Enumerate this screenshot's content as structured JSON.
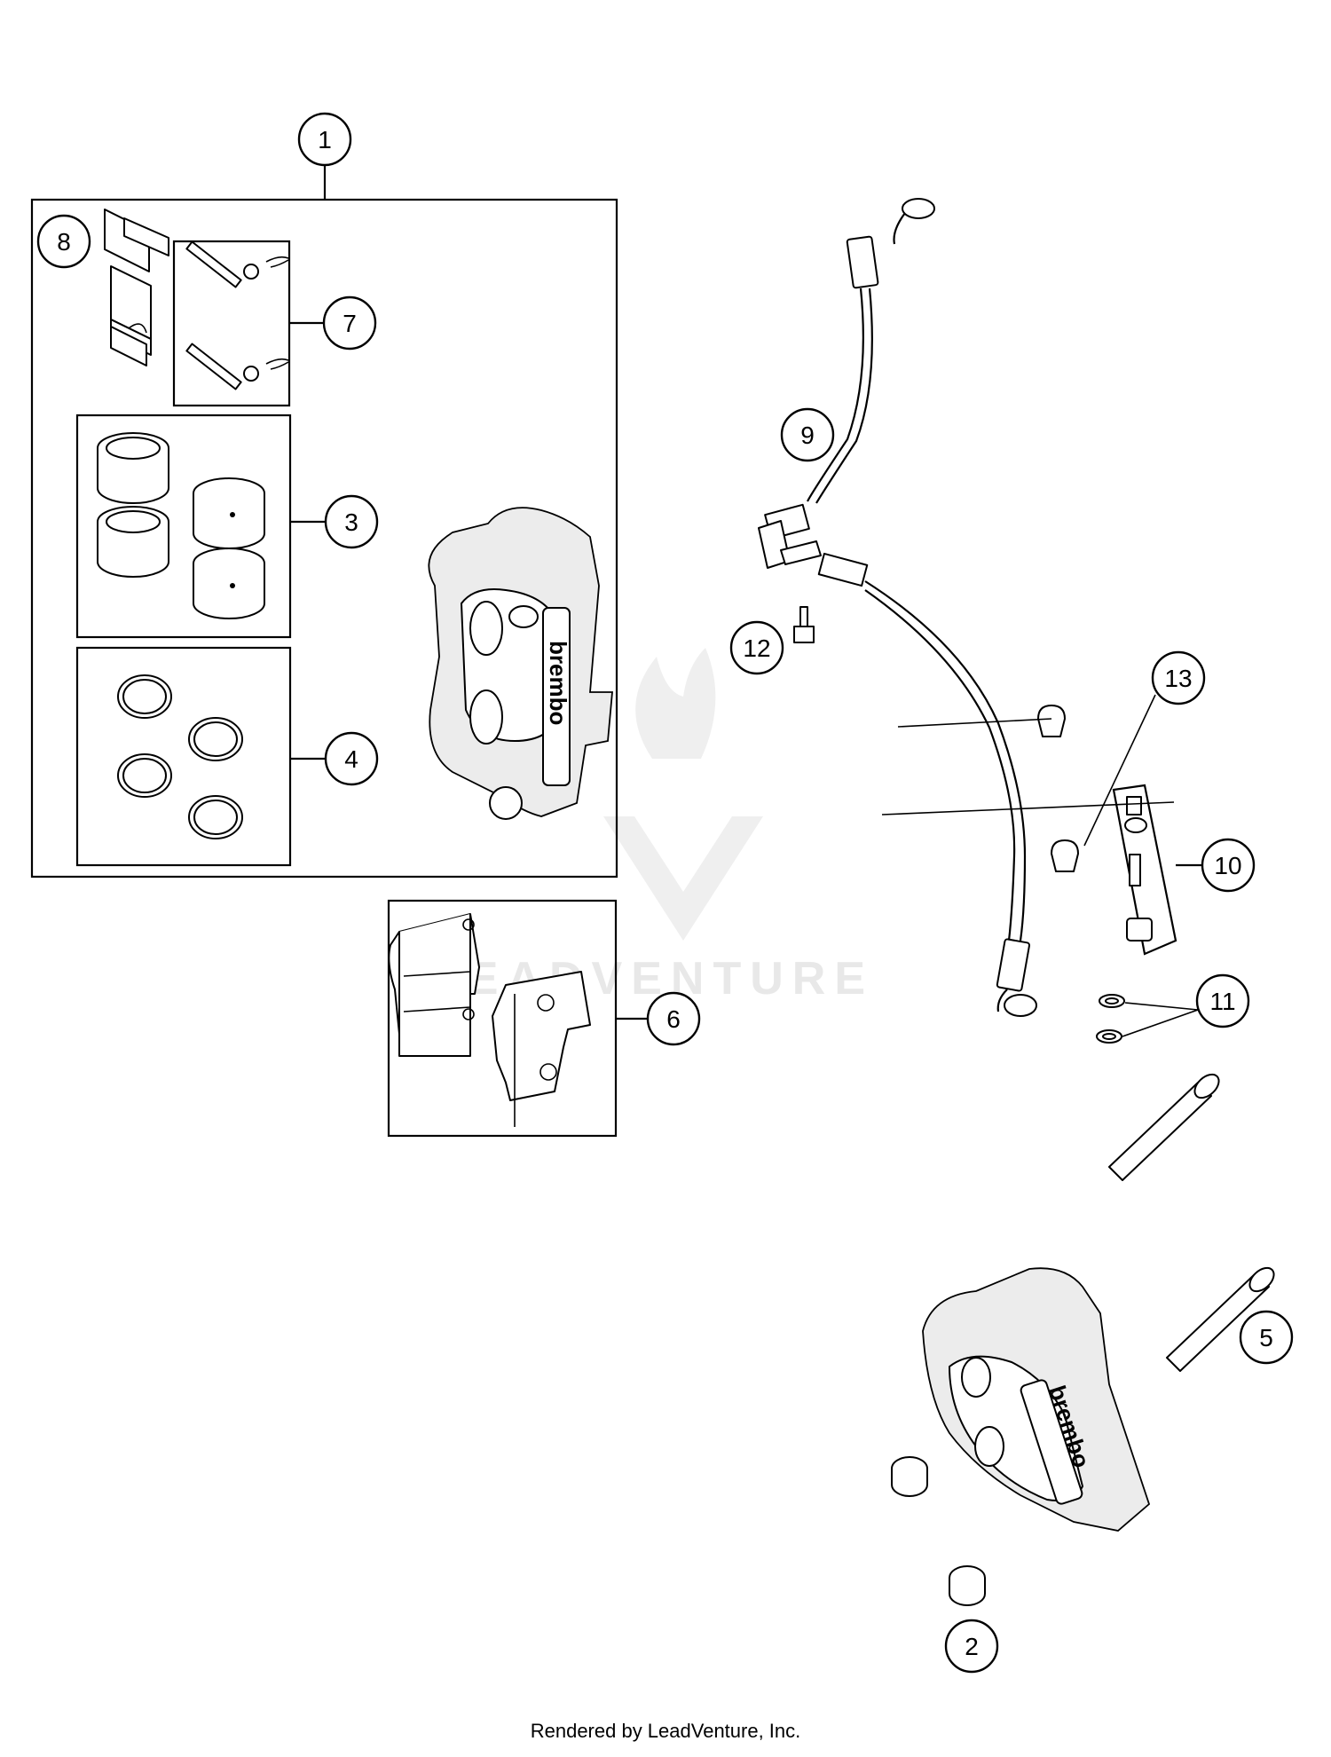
{
  "callouts": {
    "c1": "1",
    "c2": "2",
    "c3": "3",
    "c4": "4",
    "c5": "5",
    "c6": "6",
    "c7": "7",
    "c8": "8",
    "c9": "9",
    "c10": "10",
    "c11": "11",
    "c12": "12",
    "c13": "13"
  },
  "caliper_brand": "brembo",
  "watermark": "LEADVENTURE",
  "footer_credit": "Rendered by LeadVenture, Inc."
}
